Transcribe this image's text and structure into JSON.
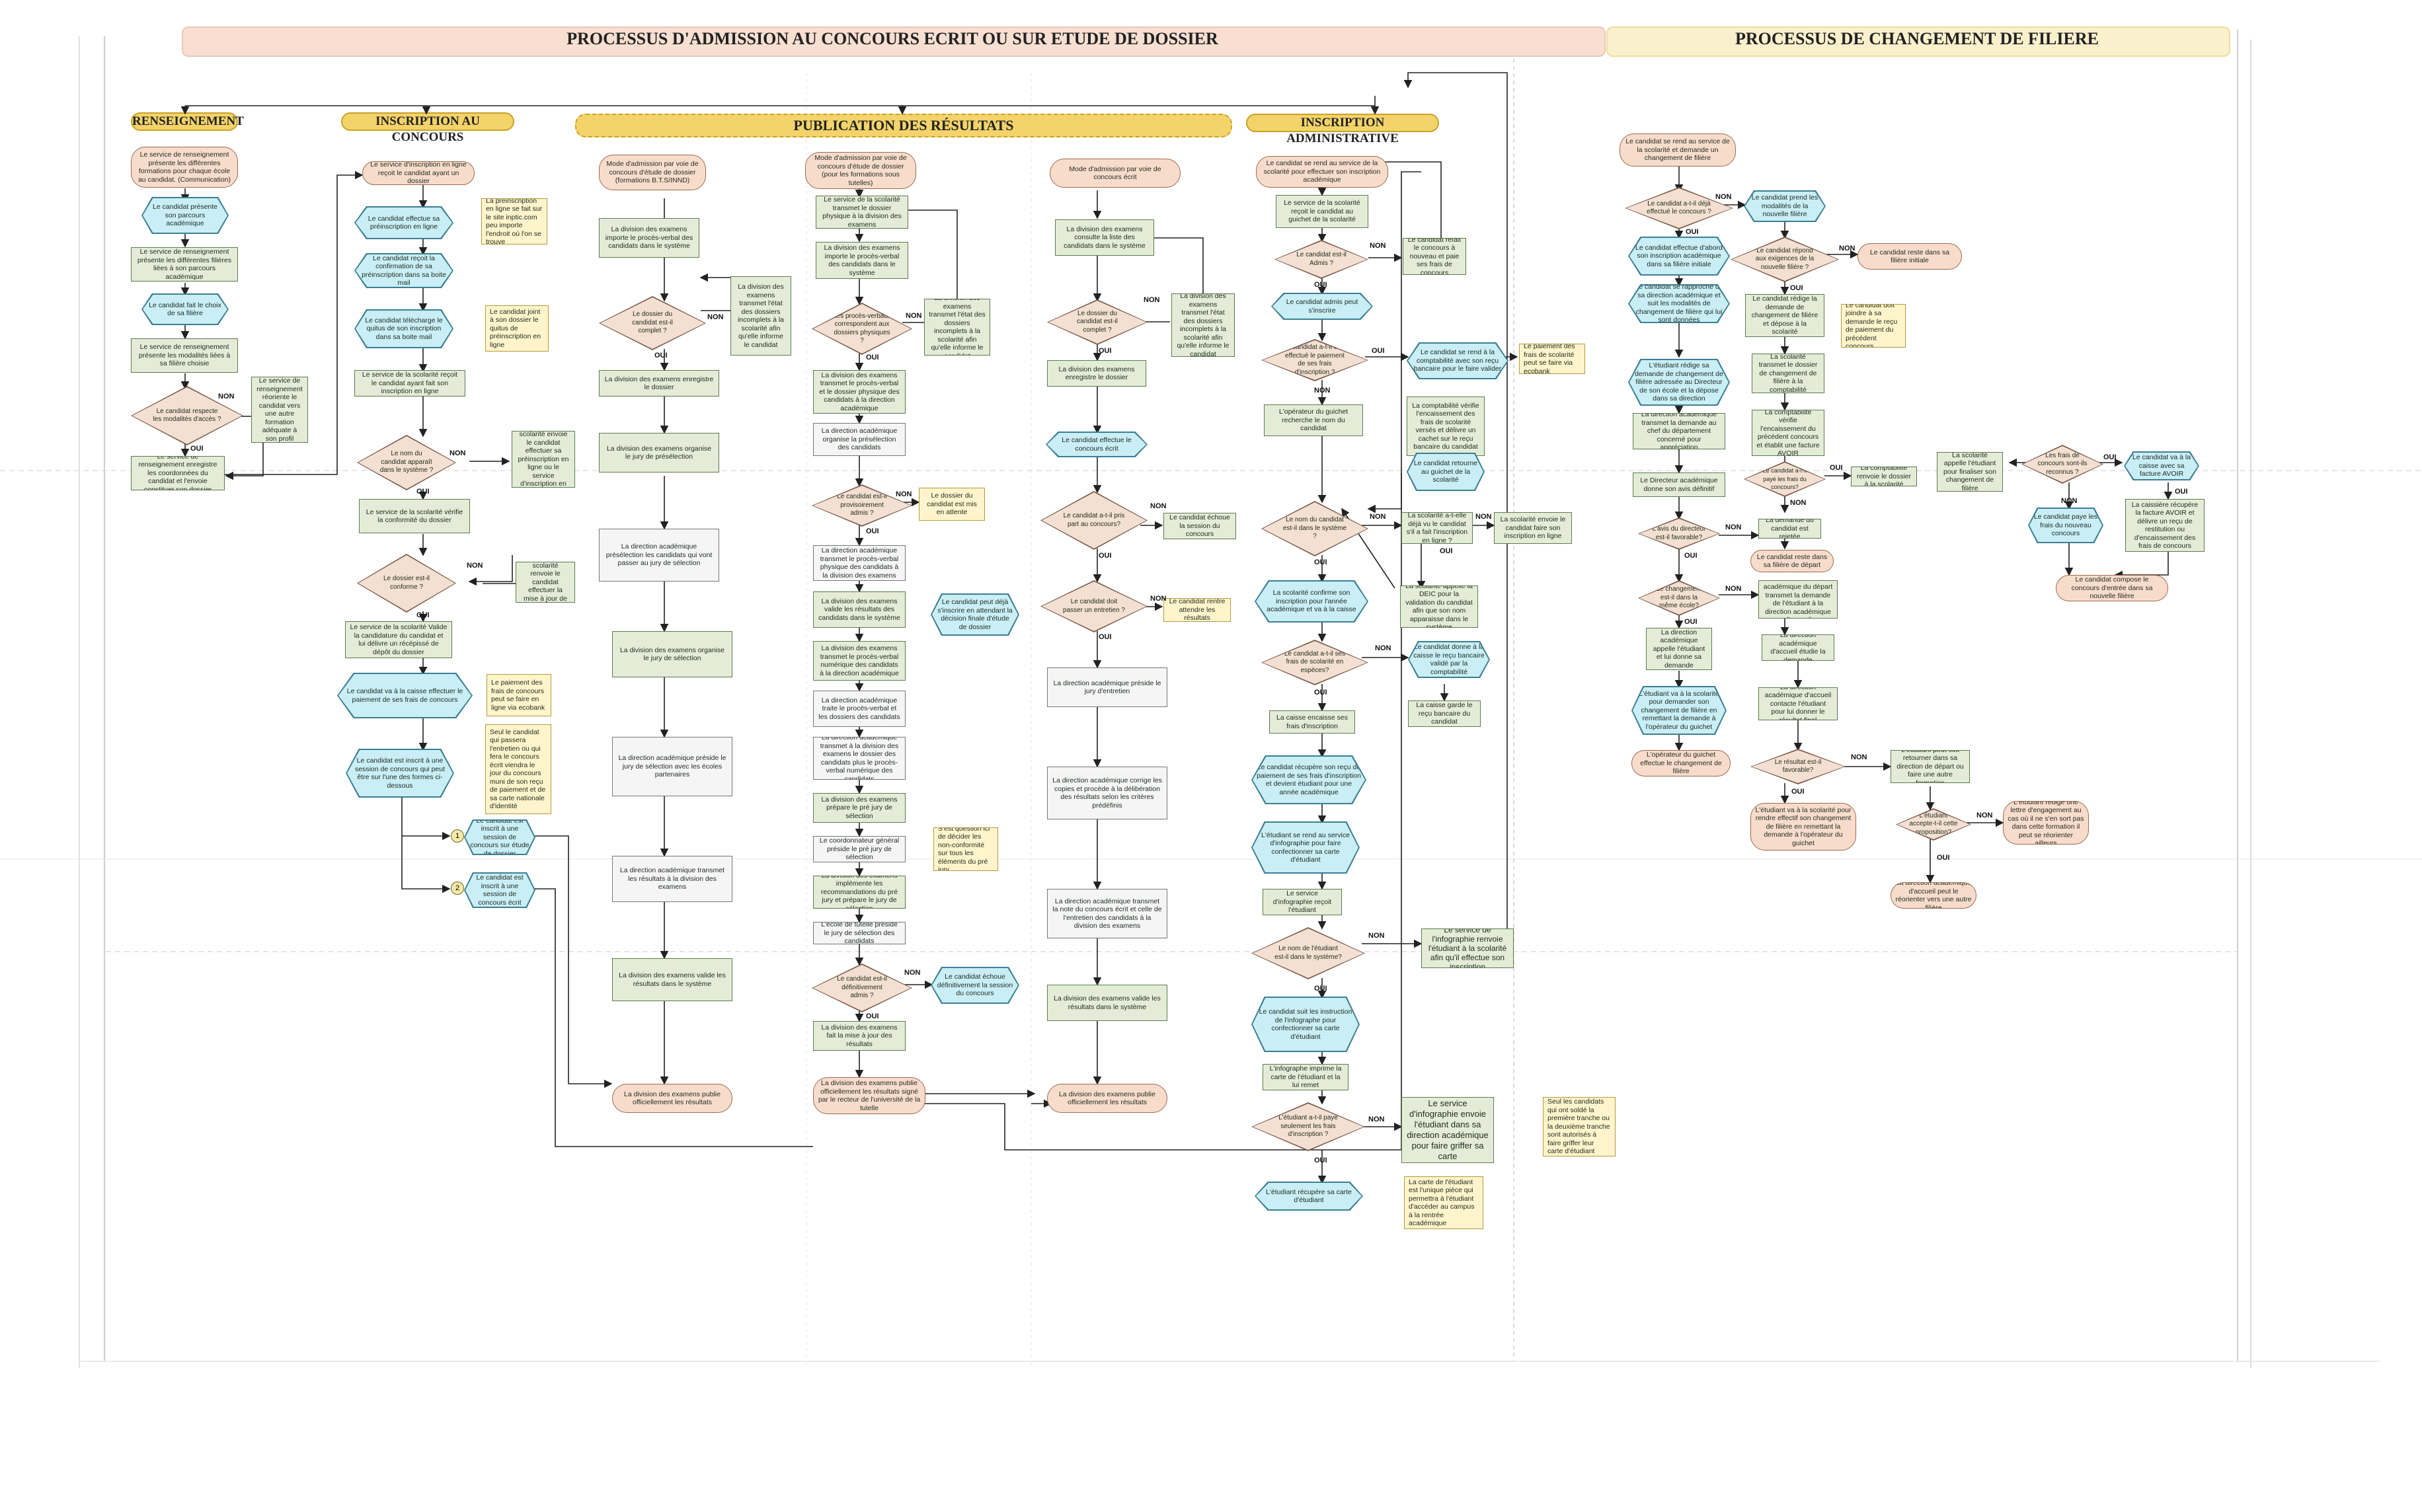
{
  "titles": {
    "left": "PROCESSUS D'ADMISSION AU CONCOURS ECRIT OU SUR ETUDE DE DOSSIER",
    "right": "PROCESSUS DE CHANGEMENT DE FILIERE"
  },
  "lanes": {
    "renseignement": "RENSEIGNEMENT",
    "inscription": "INSCRIPTION AU CONCOURS",
    "publication": "PUBLICATION DES RÉSULTATS",
    "administrative": "INSCRIPTION ADMINISTRATIVE"
  },
  "labels": {
    "oui": "OUI",
    "non": "NON",
    "one": "1",
    "two": "2"
  },
  "col1": {
    "a1": "Le service de renseignement présente les différentes formations pour chaque école au candidat. (Communication)",
    "a2": "Le candidat présente son parcours académique",
    "a3": "Le service de renseignement présente les différentes filières liées à son parcours académique",
    "a4": "Le candidat fait le choix de sa filière",
    "a5": "Le service de renseignement présente les modalités liées à sa filière choisie",
    "a6": "Le candidat respecte les modalités d'accès ?",
    "a7": "Le service de renseignement réoriente le candidat vers une autre formation adéquate à son profil",
    "a8": "Le service de renseignement enregistre les coordonnées du candidat et l'envoie constituer son dossier"
  },
  "col2": {
    "b1": "Le service d'inscription en ligne reçoit le candidat ayant un dossier",
    "b2": "Le candidat effectue sa préinscription en ligne",
    "b2n": "La préinscription en ligne se fait sur le site inptic.com peu importe l'endroit où l'on se trouve",
    "b3": "Le candidat reçoit la confirmation de sa préinscription dans sa boite mail",
    "b4": "Le candidat télécharge le quitus de son inscription dans sa boite mail",
    "b4n": "Le candidat joint à son dossier le quitus de préinscription en ligne",
    "b5": "Le service de la scolarité reçoit le candidat ayant fait son inscription en ligne",
    "b6": "Le nom du candidat apparaît dans le système ?",
    "b7": "Le service de la scolarité envoie le candidat effectuer sa préinscription en ligne ou le service d'inscription en ligne de l'institut",
    "b8": "Le service de la scolarité vérifie la conformité du dossier",
    "b9": "Le dossier est-il conforme ?",
    "b10": "Le service de la scolarité renvoie le candidat effectuer la mise à jour de son dossier",
    "b11": "Le service de la scolarité Valide la candidature du candidat et lui délivre un récépissé de dépôt du dossier",
    "b12": "Le candidat va à la caisse effectuer le paiement de ses frais de concours",
    "b12n": "Le paiement des frais de concours peut se faire en ligne via ecobank",
    "b13": "Le candidat est inscrit à une session de concours qui peut être sur l'une des formes ci-dessous",
    "b13n": "Seul le candidat qui passera l'entretien ou qui fera le concours écrit viendra le jour du concours muni de son reçu de paiement et de sa carte nationale d'identité",
    "b14": "Le candidat est inscrit à une session de concours sur étude de dossier",
    "b15": "Le candidat est inscrit à une session de concours écrit"
  },
  "col3": {
    "c1": "Mode d'admission par voie de concours d'étude de dossier (formations B.T.S/INND)",
    "c2": "La division des examens importe le procès-verbal des candidats dans le système",
    "c3": "Le dossier du candidat est-il complet ?",
    "c3n": "La division des examens transmet l'état des dossiers incomplets à la scolarité afin qu'elle informe le candidat",
    "c4": "La division des examens enregistre le dossier",
    "c5": "La division des examens organise le jury de présélection",
    "c6": "La direction académique présélection les candidats qui vont passer au jury de sélection",
    "c7": "La division des examens organise le jury de sélection",
    "c8": "La direction académique préside le jury de sélection avec les écoles partenaires",
    "c9": "La direction académique transmet les résultats à la division des examens",
    "c10": "La division des examens valide les résultats dans le système",
    "c11": "La division des examens publie officiellement les résultats"
  },
  "col4": {
    "d1": "Mode d'admission par voie de concours d'étude de dossier (pour les formations sous tutelles)",
    "d2": "Le service de la scolarité transmet le dossier physique à la division des examens",
    "d3": "La division des examens importe le procès-verbal des candidats dans le système",
    "d4": "Les procès-verbaux correspondent aux dossiers physiques ?",
    "d4n": "La division des examens transmet l'état des dossiers incomplets à la scolarité afin qu'elle informe le candidat",
    "d5": "La division des examens transmet le procès-verbal et le dossier physique des candidats à la direction académique",
    "d6": "La direction académique organise la présélection des candidats",
    "d7": "Le candidat est-il provisoirement admis ?",
    "d7n": "Le dossier du candidat est mis en attente",
    "d8": "La direction académique transmet le procès-verbal physique des candidats à la division des examens",
    "d9": "La division des examens valide les résultats des candidats dans le système",
    "d9n": "Le candidat peut déjà s'inscrire en attendant la décision finale d'étude de dossier",
    "d10": "La division des examens transmet le procès-verbal numérique des candidats à la direction académique",
    "d11": "La direction académique traite le procès-verbal et les dossiers des candidats",
    "d12": "La direction académique transmet à la division des examens le dossier des candidats plus le procès-verbal numérique des candidats",
    "d13": "La division des examens prépare le pré jury de sélection",
    "d14": "Le coordonnateur général préside le pré jury de sélection",
    "d14n": "S'est question ici de décider les non-conformité sur tous les éléments du pré jury",
    "d15": "La division des examens implémente les recommandations du pré jury et prépare le jury de sélection",
    "d16": "L'école de tutelle préside le jury de sélection des candidats",
    "d17": "Le candidat est-il définitivement admis ?",
    "d17n": "Le candidat échoue définitivement la session du concours",
    "d18": "La division des examens fait la mise à jour des résultats",
    "d19": "La division des examens publie officiellement les résultats signé par le recteur de l'université de la tutelle"
  },
  "col5": {
    "e1": "Mode d'admission par voie de concours écrit",
    "e2": "La division des examens consulte la liste des candidats dans le système",
    "e3": "Le dossier du candidat est-il complet ?",
    "e3n": "La division des examens transmet l'état des dossiers incomplets à la scolarité afin qu'elle informe le candidat",
    "e4": "La division des examens enregistre le dossier",
    "e5": "Le candidat effectue le concours écrit",
    "e6": "Le candidat a-t-il pris part au concours?",
    "e6n": "Le candidat échoue la session du concours",
    "e7": "Le candidat doit passer un entretien ?",
    "e7n": "Le candidat rentre attendre les résultats",
    "e8": "La direction académique préside le jury d'entretien",
    "e9": "La direction académique corrige les copies et procède à la délibération des résultats selon les critères prédéfinis",
    "e10": "La direction académique transmet la note du concours écrit et celle de l'entretien des candidats à la division des examens",
    "e11": "La division des examens valide les résultats dans le système",
    "e12": "La division des examens publie officiellement les résultats"
  },
  "col6": {
    "f1": "Le candidat se rend au service de la scolarité pour effectuer son inscription académique",
    "f2": "Le service de la scolarité reçoit le candidat au guichet de la scolarité",
    "f3": "Le candidat est-il Admis ?",
    "f3n": "Le candidat refait le concours à nouveau et paie ses frais de concours",
    "f4": "Le candidat admis peut s'inscrire",
    "f5": "Le candidat a-t-il déjà effectué le paiement de ses frais d'inscription ?",
    "f5a": "Le candidat se rend à la comptabilité avec son reçu bancaire pour le faire valider",
    "f5n": "Le paiement des frais de scolarité peut se faire via ecobank",
    "f6": "L'opérateur du guichet recherche le nom du candidat",
    "f6b": "La comptabilité vérifie l'encaissement des frais de scolarité versés et délivre un cachet sur le reçu bancaire du candidat",
    "f6c": "Le candidat retourne au guichet de la scolarité",
    "f7": "Le nom du candidat est-il dans le système ?",
    "f7a": "La scolarité a-t-elle déjà vu le candidat s'il a fait l'inscription en ligne ?",
    "f7b": "La scolarité envoie le candidat faire son inscription en ligne",
    "f8": "La scolarité confirme son inscription pour l'année académique et va à la caisse",
    "f8b": "La scolarité appelle la DEIC pour la validation du candidat afin que son nom apparaisse dans le système",
    "f9": "Le candidat a-t-il ses frais de scolarité en espèces?",
    "f9a": "Le candidat donne à la caisse le reçu bancaire validé par la comptabilité",
    "f10": "La caisse encaisse ses frais d'inscription",
    "f10b": "La caisse garde le reçu bancaire du candidat",
    "f11": "Le candidat récupère son reçu de paiement de ses frais d'inscription et devient étudiant pour une année académique",
    "f12": "L'étudiant se rend au service d'infographie pour faire confectionner sa carte d'étudiant",
    "f13": "Le service d'infographie reçoit l'étudiant",
    "f14": "Le nom de l'étudiant est-il dans le système?",
    "f14n": "Le service de l'infographie renvoie l'étudiant à la scolarité afin qu'il effectue son inscription",
    "f15": "Le candidat suit les instruction de l'infographe pour confectionner sa carte d'étudiant",
    "f16": "L'infographe imprime la carte de l'étudiant et la lui remet",
    "f17": "L'étudiant a-t-il payé seulement les frais d'inscription ?",
    "f17a": "Le service d'infographie envoie l'étudiant dans sa direction académique pour faire griffer sa carte",
    "f17n": "Seul les candidats qui ont soldé la première tranche ou la deuxième tranche sont autorisés à faire griffer leur carte d'étudiant",
    "f18": "L'étudiant récupère sa carte d'étudiant",
    "f18n": "La carte de l'étudiant est l'unique pièce qui permettra à l'étudiant d'accéder au campus à la rentrée académique"
  },
  "col7": {
    "g1": "Le candidat se rend au service de la scolarité et demande un changement de filière",
    "g2": "Le candidat a-t-il déjà effectué le concours ?",
    "g2n": "Le candidat prend les modalités de la nouvelle filière",
    "g3": "Le candidat effectue d'abord son inscription académique dans sa filière initiale",
    "g4": "Le candidat répond aux exigences de la nouvelle filière ?",
    "g4n": "Le candidat reste dans sa filière initiale",
    "g5": "Le candidat se rapproche de sa direction académique et suit les modalités de changement de filière qui lui sont données",
    "g6": "Le candidat rédige la demande de changement de filière et dépose à la scolarité",
    "g6n": "Le candidat doit joindre à sa demande le reçu de paiement du précédent concours",
    "g7": "L'étudiant rédige sa demande de changement de filière adressée au Directeur de son école et la dépose dans sa direction",
    "g8": "La scolarité transmet le dossier de changement de filière à la comptabilité",
    "g9": "La direction académique transmet la demande au chef du département concerné pour appréciation",
    "g10": "La comptabilité vérifie l'encaissement du précédent concours et établit une facture AVOIR",
    "g11": "Le Directeur académique donne son avis définitif",
    "g12": "Le candidat a-t-il payé les frais du concours?",
    "g12n": "La scolarité appelle l'étudiant pour finaliser son changement de filière",
    "g12b": "La comptabilité renvoie le dossier à la scolarité",
    "g13": "L'avis du directeur est-il favorable?",
    "g14": "La demande du candidat est rejetée",
    "g15": "Le candidat reste dans sa filière de départ",
    "g16": "Le changement est-il dans la même école?",
    "g17": "La direction académique du départ transmet la demande de l'étudiant à la direction académique d'accueil",
    "g18": "La direction académique appelle l'étudiant et lui donne sa demande",
    "g19": "La direction académique d'accueil étudie la demande",
    "g20": "L'étudiant va à la scolarité pour demander son changement de filière en remettant la demande à l'opérateur du guichet",
    "g21": "La direction académique d'accueil contacte l'étudiant pour lui donner le résultat final",
    "g22": "L'opérateur du guichet effectue le changement de filière",
    "g23": "Le résultat est-il favorable?",
    "g23n": "L'étudiant peut soit retourner dans sa direction de départ ou faire une autre formation",
    "g24": "L'étudiant va à la scolarité pour rendre effectif son changement de filière en remettant la demande à l'opérateur du guichet",
    "g25": "L'étudiant accepte-t-il cette proposition?",
    "g25n": "L'étudiant rédige une lettre d'engagement au cas où il ne s'en sort pas dans cette formation il peut se réorienter ailleurs",
    "g26": "La direction académique d'accueil peut le réorienter vers une autre filière"
  },
  "col8": {
    "h1": "Les frais de concours sont-ils reconnus ?",
    "h1a": "Le candidat va à la caisse avec sa facture AVOIR",
    "h2": "Le candidat paye les frais du nouveau concours",
    "h3": "La caissière récupère la facture AVOIR et délivre un reçu de restitution ou d'encaissement des frais de concours",
    "h4": "Le candidat compose le concours d'entrée dans sa nouvelle filière"
  }
}
